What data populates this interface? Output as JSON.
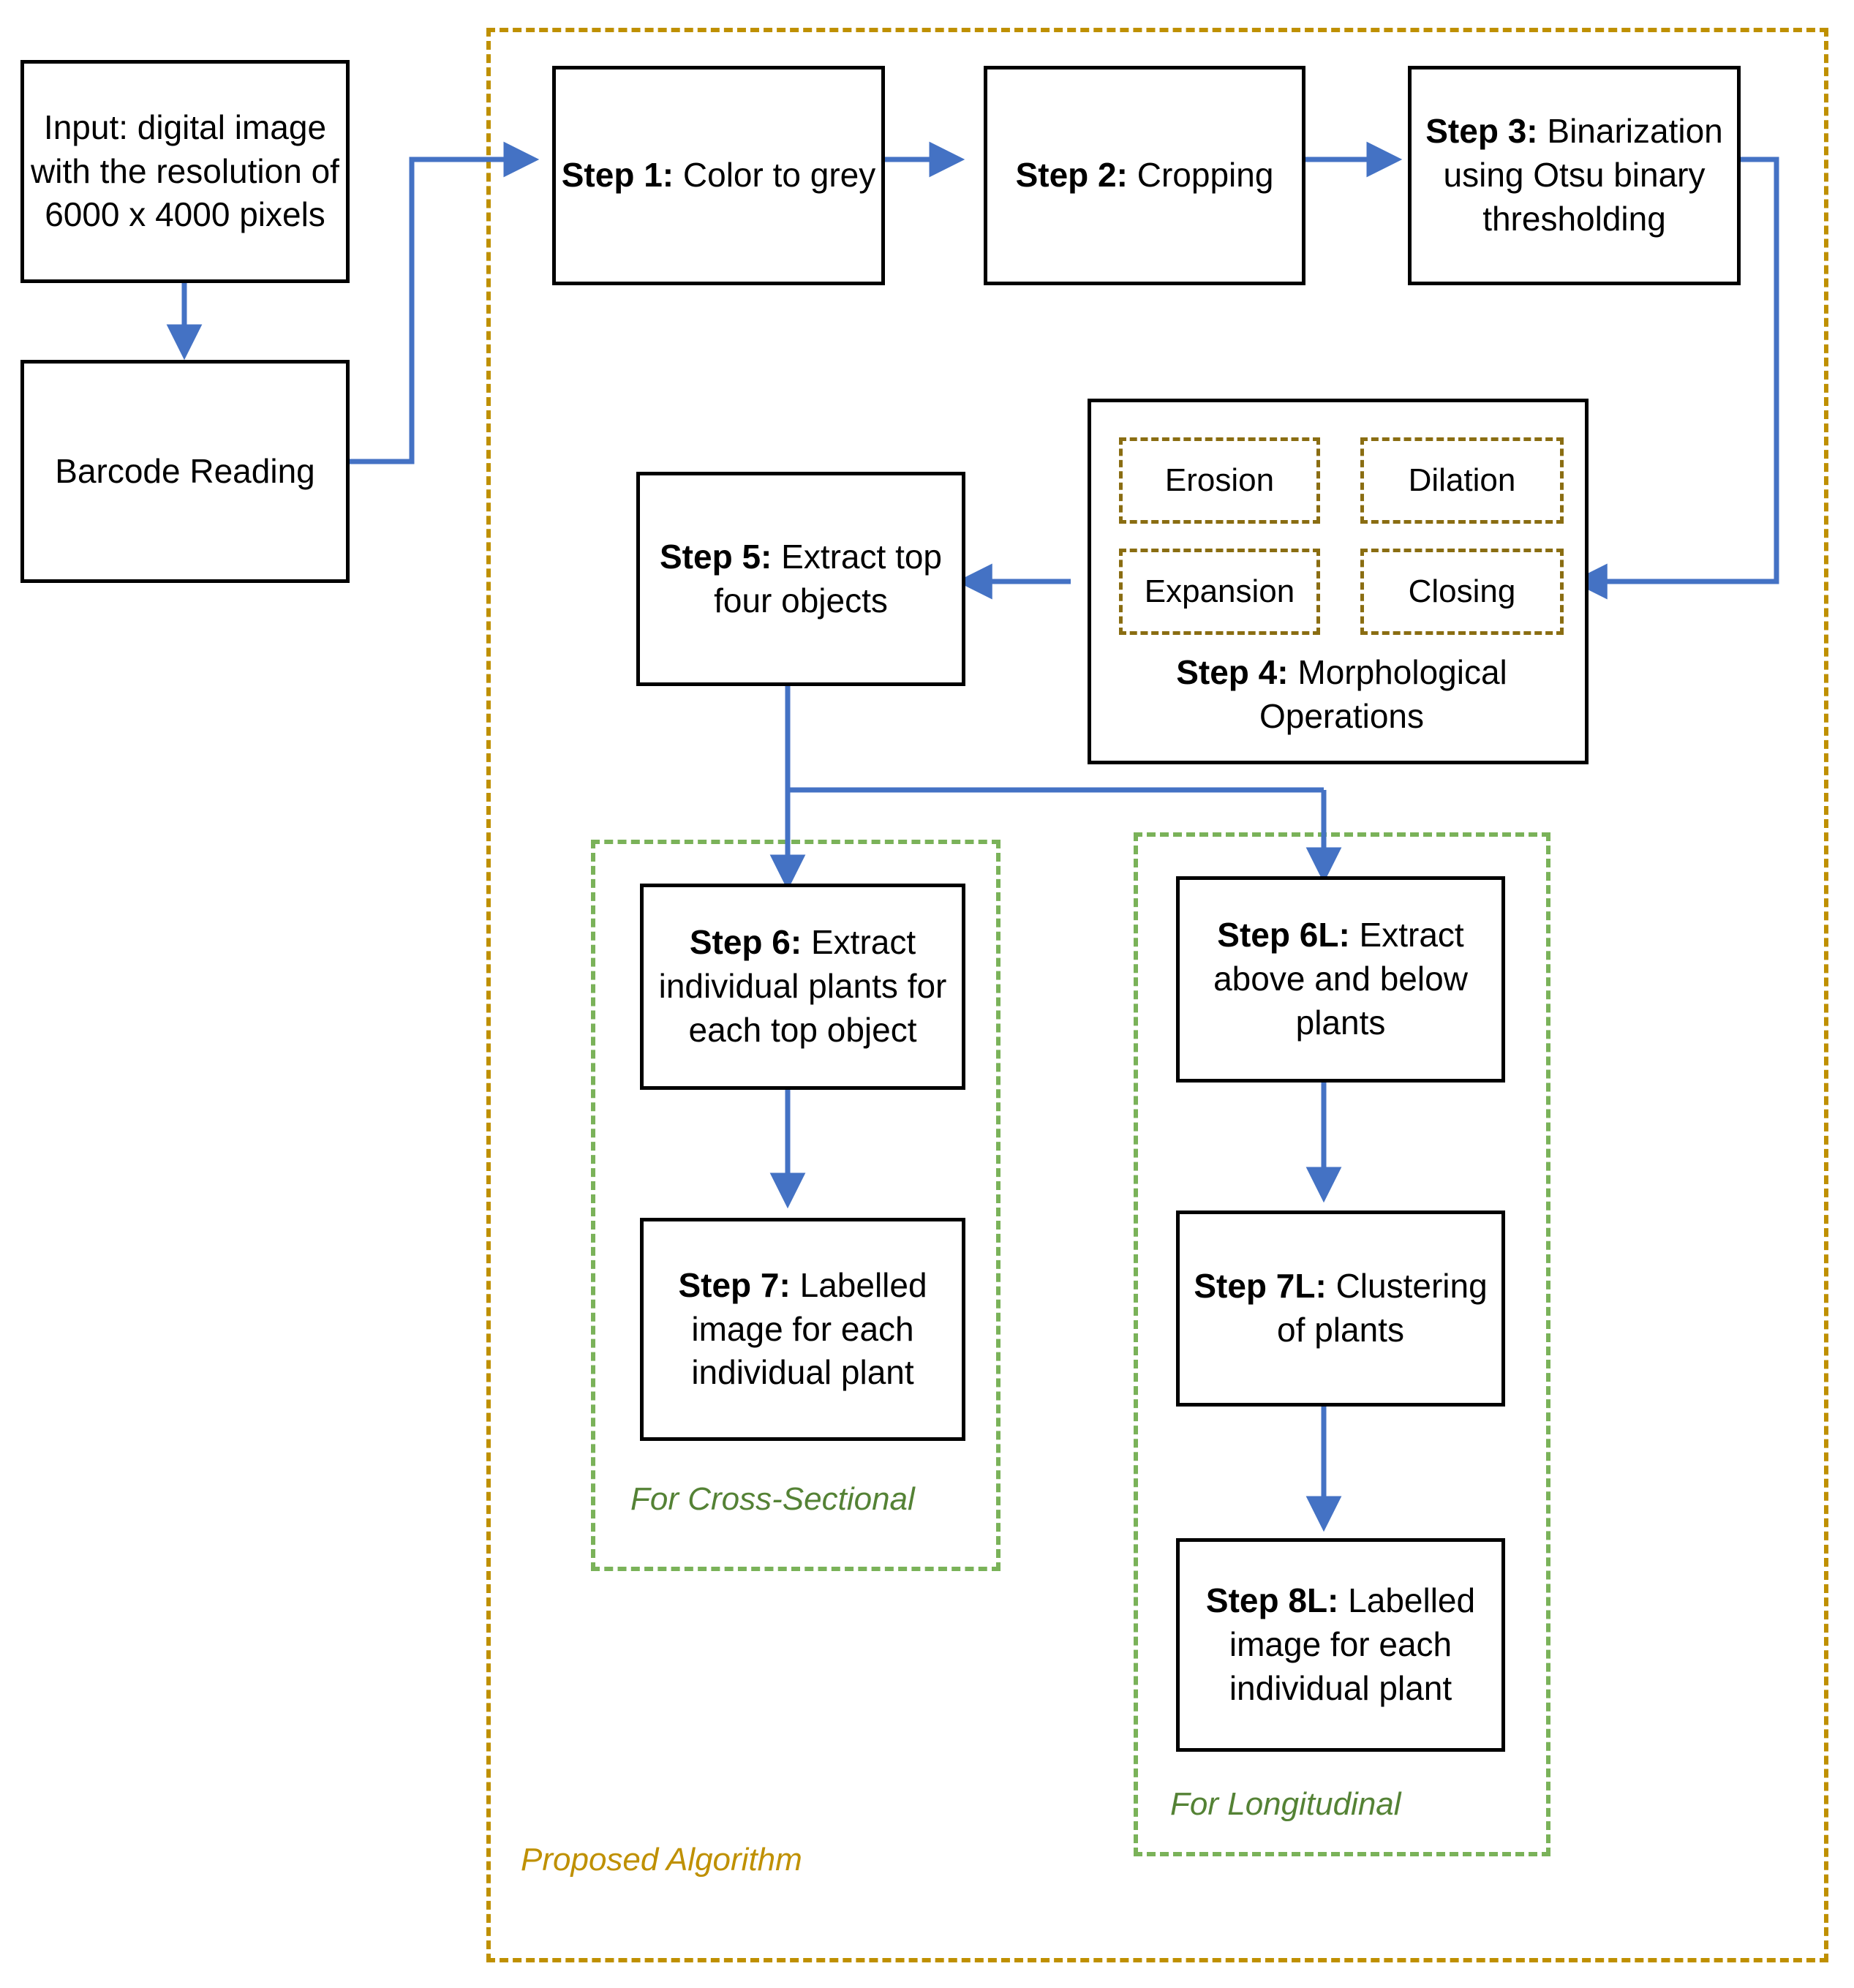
{
  "diagram": {
    "title_label": "Proposed Algorithm",
    "colors": {
      "arrow_blue": "#4472C4",
      "outer_dashed_gold": "#BF9000",
      "group_dashed_green": "#7AB259",
      "caption_green": "#548235",
      "caption_gold": "#BF9000",
      "box_border": "#000000",
      "inner_dashed_gold": "#8A6D12"
    }
  },
  "input_nodes": {
    "input_image": {
      "text": "Input: digital image with the resolution of 6000 x 4000 pixels"
    },
    "barcode": {
      "text": "Barcode Reading"
    }
  },
  "steps": {
    "step1": {
      "label": "Step 1:",
      "text": " Color to grey"
    },
    "step2": {
      "label": "Step 2:",
      "text": " Cropping"
    },
    "step3": {
      "label": "Step 3:",
      "text": " Binarization using Otsu binary thresholding"
    },
    "step4": {
      "label": "Step 4:",
      "text": " Morphological Operations"
    },
    "step5": {
      "label": "Step 5:",
      "text": " Extract top four objects"
    },
    "step6": {
      "label": "Step 6:",
      "text": " Extract individual plants for each top object"
    },
    "step7": {
      "label": "Step 7:",
      "text": " Labelled image for each individual plant"
    },
    "step6l": {
      "label": "Step 6L:",
      "text": " Extract above and below plants"
    },
    "step7l": {
      "label": "Step 7L:",
      "text": " Clustering of plants"
    },
    "step8l": {
      "label": "Step 8L:",
      "text": " Labelled image for each individual plant"
    }
  },
  "morphological_operations": [
    {
      "name": "Erosion"
    },
    {
      "name": "Dilation"
    },
    {
      "name": "Expansion"
    },
    {
      "name": "Closing"
    }
  ],
  "branch_captions": {
    "cross_sectional": "For Cross-Sectional",
    "longitudinal": "For Longitudinal",
    "proposed_algorithm": "Proposed Algorithm"
  }
}
